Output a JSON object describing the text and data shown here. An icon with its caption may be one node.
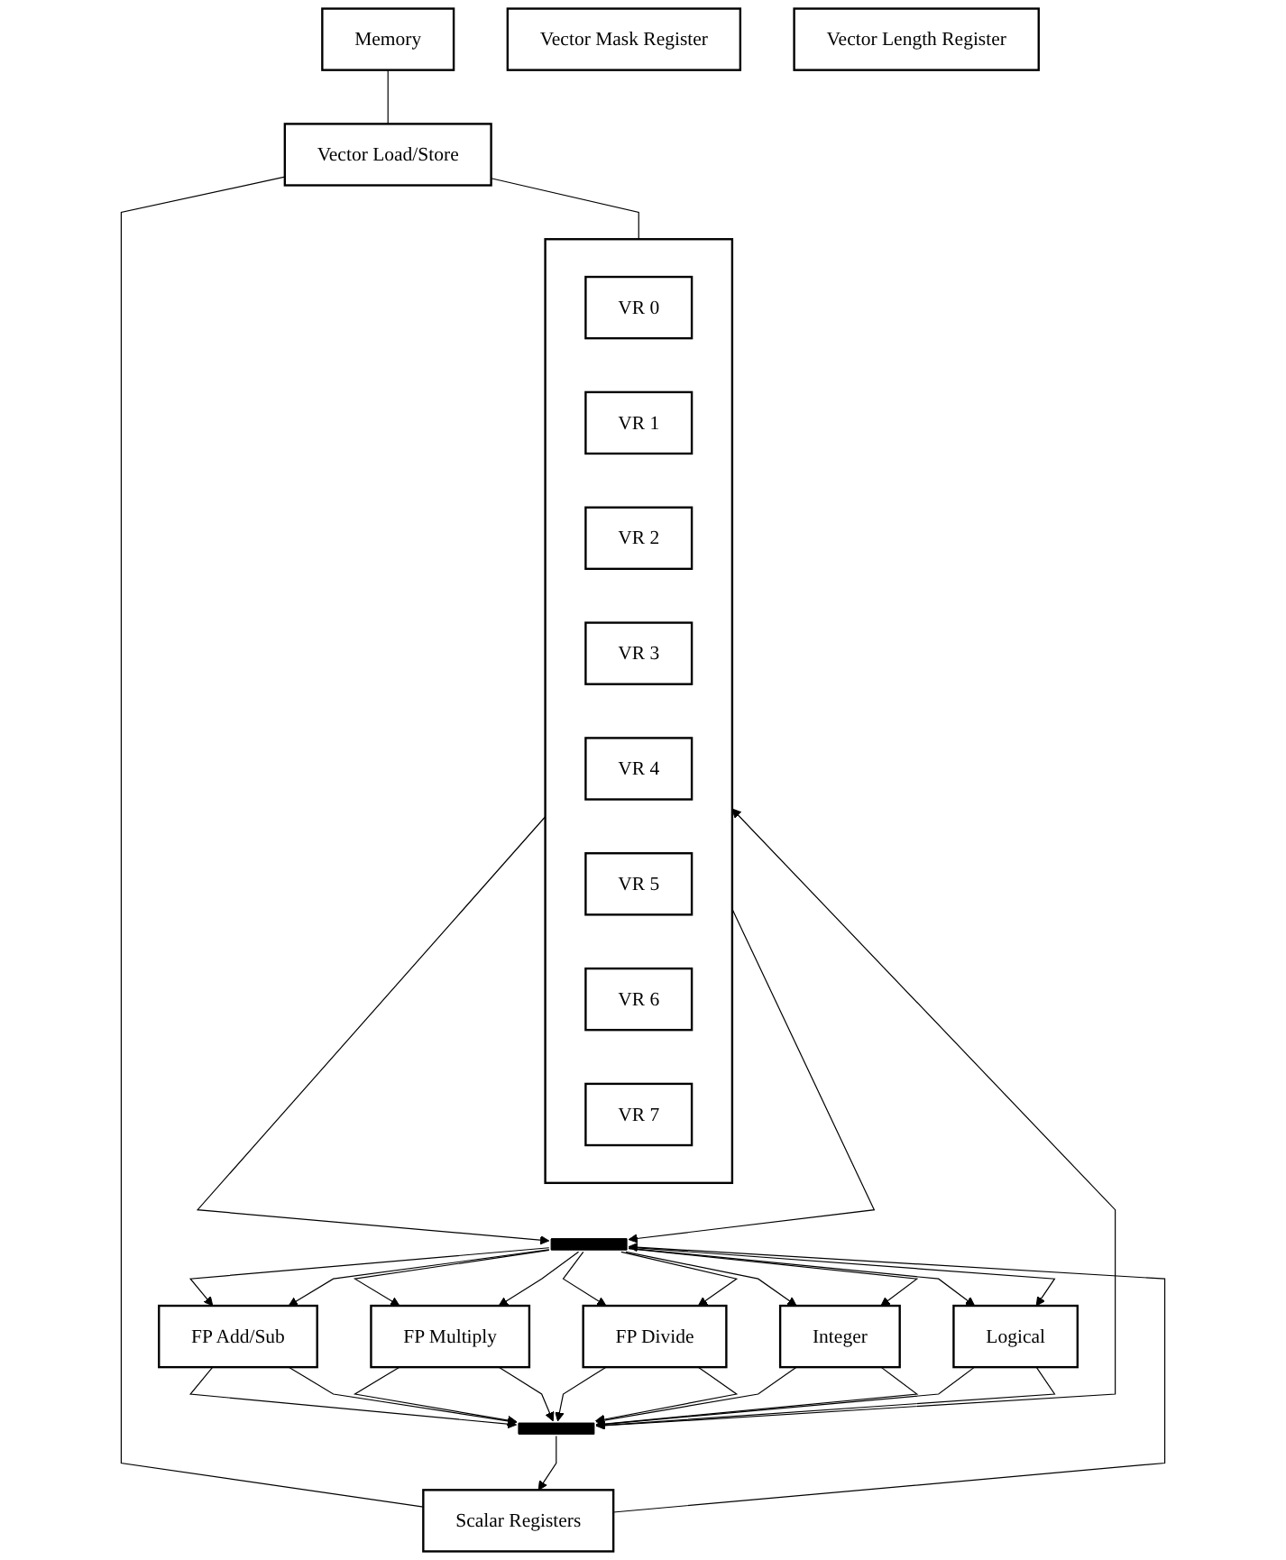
{
  "diagram": {
    "nodes": [
      {
        "text": [
          "Memory"
        ]
      },
      {
        "text": [
          "Vector Mask Register"
        ]
      },
      {
        "text": [
          "Vector Length Register"
        ]
      },
      {
        "text": [
          "Scalar Registers"
        ]
      },
      {
        "text": [
          "Vector Load/Store"
        ]
      },
      {
        "text": [],
        "shape": "box"
      },
      {
        "text": [
          "VR 0"
        ],
        "in": 5
      },
      {
        "text": [
          "VR 1"
        ],
        "in": 5
      },
      {
        "text": [
          "VR 2"
        ],
        "in": 5
      },
      {
        "text": [
          "VR 3"
        ],
        "in": 5
      },
      {
        "text": [
          "VR 4"
        ],
        "in": 5
      },
      {
        "text": [
          "VR 5"
        ],
        "in": 5
      },
      {
        "text": [
          "VR 6"
        ],
        "in": 5
      },
      {
        "text": [
          "VR 7"
        ],
        "in": 5
      },
      {
        "text": [],
        "shape": "bar"
      },
      {
        "text": [
          "FP Add/Sub"
        ]
      },
      {
        "text": [
          "FP Multiply"
        ]
      },
      {
        "text": [
          "FP Divide"
        ]
      },
      {
        "text": [
          "Integer"
        ]
      },
      {
        "text": [
          "Logical"
        ]
      },
      {
        "text": [],
        "shape": "bar"
      }
    ],
    "edges": [
      {
        "from": 0,
        "to": 4,
        "arrow": "none"
      },
      {
        "from": 4,
        "to": 3,
        "arrow": "none"
      },
      {
        "from": 4,
        "to": 5,
        "arrow": "none"
      },
      {
        "from": 3,
        "to": 14,
        "arrow": "to"
      },
      {
        "from": 5,
        "to": 14,
        "arrow": "to"
      },
      {
        "from": 5,
        "to": 14,
        "arrow": "to"
      },
      {
        "from": 14,
        "to": 15,
        "arrow": "to"
      },
      {
        "from": 14,
        "to": 15,
        "arrow": "to"
      },
      {
        "from": 14,
        "to": 16,
        "arrow": "to"
      },
      {
        "from": 14,
        "to": 16,
        "arrow": "to"
      },
      {
        "from": 14,
        "to": 17,
        "arrow": "to"
      },
      {
        "from": 14,
        "to": 17,
        "arrow": "to"
      },
      {
        "from": 14,
        "to": 18,
        "arrow": "to"
      },
      {
        "from": 14,
        "to": 18,
        "arrow": "to"
      },
      {
        "from": 14,
        "to": 19,
        "arrow": "to"
      },
      {
        "from": 14,
        "to": 19,
        "arrow": "to"
      },
      {
        "from": 15,
        "to": 20,
        "arrow": "to"
      },
      {
        "from": 15,
        "to": 20,
        "arrow": "to"
      },
      {
        "from": 16,
        "to": 20,
        "arrow": "to"
      },
      {
        "from": 16,
        "to": 20,
        "arrow": "to"
      },
      {
        "from": 17,
        "to": 20,
        "arrow": "to"
      },
      {
        "from": 17,
        "to": 20,
        "arrow": "to"
      },
      {
        "from": 18,
        "to": 20,
        "arrow": "to"
      },
      {
        "from": 18,
        "to": 20,
        "arrow": "to"
      },
      {
        "from": 19,
        "to": 20,
        "arrow": "to"
      },
      {
        "from": 19,
        "to": 20,
        "arrow": "to"
      },
      {
        "from": 20,
        "to": 3,
        "arrow": "to"
      },
      {
        "from": 20,
        "to": 5,
        "arrow": "to"
      }
    ]
  }
}
